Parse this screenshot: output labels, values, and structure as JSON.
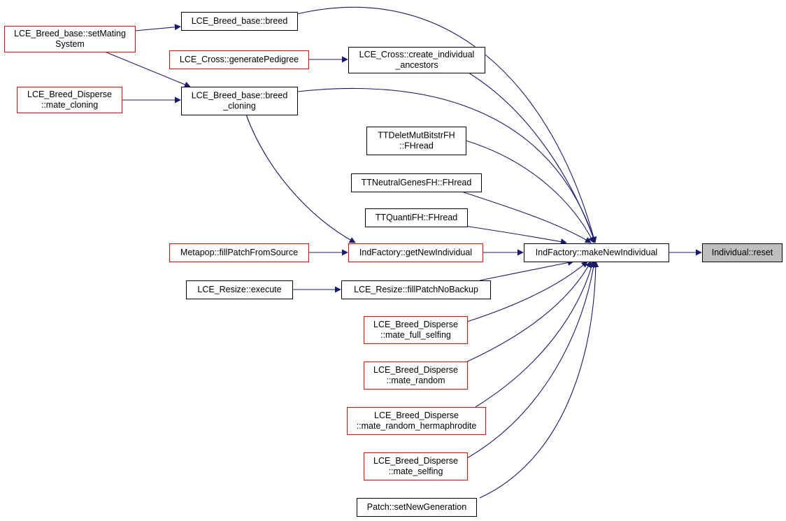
{
  "nodes": {
    "reset": {
      "lines": [
        "Individual::reset"
      ],
      "style": "root"
    },
    "make": {
      "lines": [
        "IndFactory::makeNewIndividual"
      ],
      "style": "black"
    },
    "breed": {
      "lines": [
        "LCE_Breed_base::breed"
      ],
      "style": "black"
    },
    "setmating": {
      "lines": [
        "LCE_Breed_base::setMating",
        "System"
      ],
      "style": "red"
    },
    "genped": {
      "lines": [
        "LCE_Cross::generatePedigree"
      ],
      "style": "red"
    },
    "createanc": {
      "lines": [
        "LCE_Cross::create_individual",
        "_ancestors"
      ],
      "style": "black"
    },
    "matecloning": {
      "lines": [
        "LCE_Breed_Disperse",
        "::mate_cloning"
      ],
      "style": "red"
    },
    "breedcloning": {
      "lines": [
        "LCE_Breed_base::breed",
        "_cloning"
      ],
      "style": "black"
    },
    "ttdelet": {
      "lines": [
        "TTDeletMutBitstrFH",
        "::FHread"
      ],
      "style": "black"
    },
    "ttneutral": {
      "lines": [
        "TTNeutralGenesFH::FHread"
      ],
      "style": "black"
    },
    "ttquanti": {
      "lines": [
        "TTQuantiFH::FHread"
      ],
      "style": "black"
    },
    "fillsource": {
      "lines": [
        "Metapop::fillPatchFromSource"
      ],
      "style": "red"
    },
    "getnew": {
      "lines": [
        "IndFactory::getNewIndividual"
      ],
      "style": "red"
    },
    "execute": {
      "lines": [
        "LCE_Resize::execute"
      ],
      "style": "black"
    },
    "fillnobackup": {
      "lines": [
        "LCE_Resize::fillPatchNoBackup"
      ],
      "style": "black"
    },
    "fullself": {
      "lines": [
        "LCE_Breed_Disperse",
        "::mate_full_selfing"
      ],
      "style": "red"
    },
    "random": {
      "lines": [
        "LCE_Breed_Disperse",
        "::mate_random"
      ],
      "style": "red"
    },
    "randherm": {
      "lines": [
        "LCE_Breed_Disperse",
        "::mate_random_hermaphrodite"
      ],
      "style": "red"
    },
    "selfing": {
      "lines": [
        "LCE_Breed_Disperse",
        "::mate_selfing"
      ],
      "style": "red"
    },
    "setnewgen": {
      "lines": [
        "Patch::setNewGeneration"
      ],
      "style": "black"
    }
  },
  "edges": [
    {
      "from": "make",
      "to": "reset"
    },
    {
      "from": "breed",
      "to": "make"
    },
    {
      "from": "setmating",
      "to": "breed"
    },
    {
      "from": "setmating",
      "to": "breedcloning"
    },
    {
      "from": "genped",
      "to": "createanc"
    },
    {
      "from": "createanc",
      "to": "make"
    },
    {
      "from": "matecloning",
      "to": "breedcloning"
    },
    {
      "from": "breedcloning",
      "to": "make"
    },
    {
      "from": "breedcloning",
      "to": "getnew"
    },
    {
      "from": "ttdelet",
      "to": "make"
    },
    {
      "from": "ttneutral",
      "to": "make"
    },
    {
      "from": "ttquanti",
      "to": "make"
    },
    {
      "from": "fillsource",
      "to": "getnew"
    },
    {
      "from": "getnew",
      "to": "make"
    },
    {
      "from": "execute",
      "to": "fillnobackup"
    },
    {
      "from": "fillnobackup",
      "to": "make"
    },
    {
      "from": "fullself",
      "to": "make"
    },
    {
      "from": "random",
      "to": "make"
    },
    {
      "from": "randherm",
      "to": "make"
    },
    {
      "from": "selfing",
      "to": "make"
    },
    {
      "from": "setnewgen",
      "to": "make"
    }
  ],
  "colors": {
    "edge": "#191970",
    "red_border": "#ff0000",
    "black_border": "#000000",
    "root_fill": "#bfbfbf"
  }
}
